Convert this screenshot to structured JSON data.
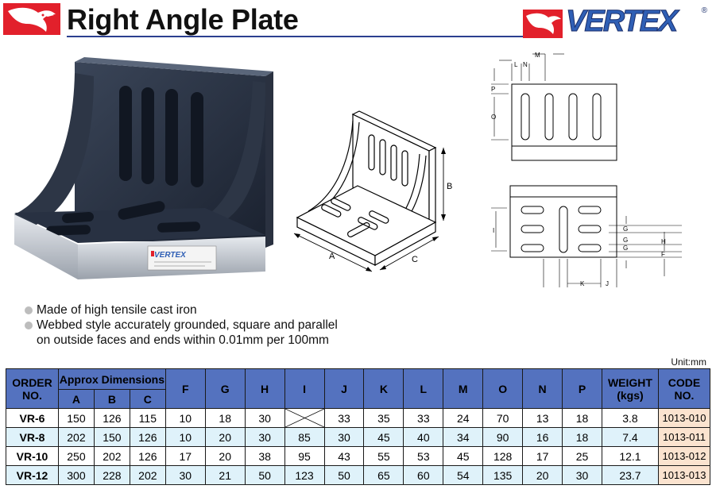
{
  "header": {
    "title": "Right Angle Plate",
    "brand": "VERTEX",
    "brand_reg": "®",
    "logo_icon": "eagle-head-icon"
  },
  "colors": {
    "brand_red": "#e2202b",
    "brand_blue": "#2f5fb5",
    "header_fill": "#5472bf",
    "row_alt_fill": "#dff2fa",
    "code_fill": "#fbe3cf"
  },
  "photo": {
    "plate_brand": "VERTEX"
  },
  "diagram": {
    "iso_labels": [
      "A",
      "B",
      "C"
    ],
    "ortho_labels": [
      "L",
      "N",
      "M",
      "P",
      "O",
      "I",
      "G",
      "H",
      "G",
      "G",
      "F",
      "K",
      "J"
    ]
  },
  "features": [
    "Made of high tensile cast iron",
    "Webbed style accurately grounded, square and parallel",
    "on outside faces and ends within 0.01mm per 100mm"
  ],
  "unit": "Unit:mm",
  "table": {
    "order_header": "ORDER NO.",
    "approx_header": "Approx Dimensions",
    "dim_headers": [
      "A",
      "B",
      "C"
    ],
    "param_headers": [
      "F",
      "G",
      "H",
      "I",
      "J",
      "K",
      "L",
      "M",
      "O",
      "N",
      "P"
    ],
    "weight_header": "WEIGHT (kgs)",
    "code_header": "CODE NO.",
    "rows": [
      {
        "order": "VR-6",
        "A": "150",
        "B": "126",
        "C": "115",
        "F": "10",
        "G": "18",
        "H": "30",
        "I": "",
        "J": "33",
        "K": "35",
        "L": "33",
        "M": "24",
        "O": "70",
        "N": "13",
        "P": "18",
        "weight": "3.8",
        "code": "1013-010"
      },
      {
        "order": "VR-8",
        "A": "202",
        "B": "150",
        "C": "126",
        "F": "10",
        "G": "20",
        "H": "30",
        "I": "85",
        "J": "30",
        "K": "45",
        "L": "40",
        "M": "34",
        "O": "90",
        "N": "16",
        "P": "18",
        "weight": "7.4",
        "code": "1013-011"
      },
      {
        "order": "VR-10",
        "A": "250",
        "B": "202",
        "C": "126",
        "F": "17",
        "G": "20",
        "H": "38",
        "I": "95",
        "J": "43",
        "K": "55",
        "L": "53",
        "M": "45",
        "O": "128",
        "N": "17",
        "P": "25",
        "weight": "12.1",
        "code": "1013-012"
      },
      {
        "order": "VR-12",
        "A": "300",
        "B": "228",
        "C": "202",
        "F": "30",
        "G": "21",
        "H": "50",
        "I": "123",
        "J": "50",
        "K": "65",
        "L": "60",
        "M": "54",
        "O": "135",
        "N": "20",
        "P": "30",
        "weight": "23.7",
        "code": "1013-013"
      }
    ]
  }
}
